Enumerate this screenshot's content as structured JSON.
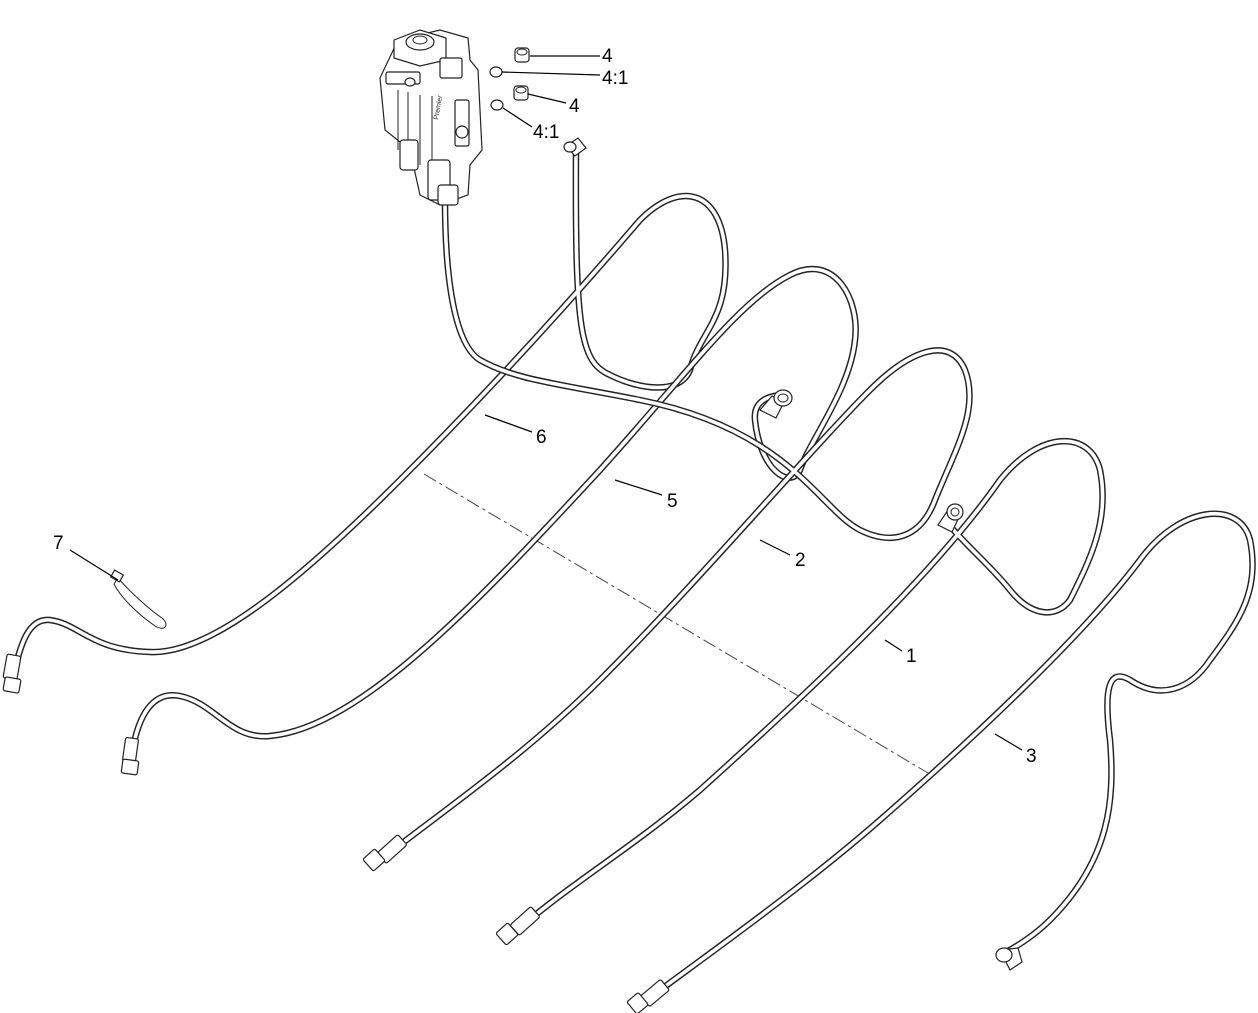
{
  "diagram": {
    "callouts": [
      {
        "id": "c4a",
        "text": "4"
      },
      {
        "id": "c41a",
        "text": "4:1"
      },
      {
        "id": "c4b",
        "text": "4"
      },
      {
        "id": "c41b",
        "text": "4:1"
      },
      {
        "id": "c6",
        "text": "6"
      },
      {
        "id": "c5",
        "text": "5"
      },
      {
        "id": "c2",
        "text": "2"
      },
      {
        "id": "c7",
        "text": "7"
      },
      {
        "id": "c1",
        "text": "1"
      },
      {
        "id": "c3",
        "text": "3"
      }
    ],
    "valve_label": "Premier"
  }
}
